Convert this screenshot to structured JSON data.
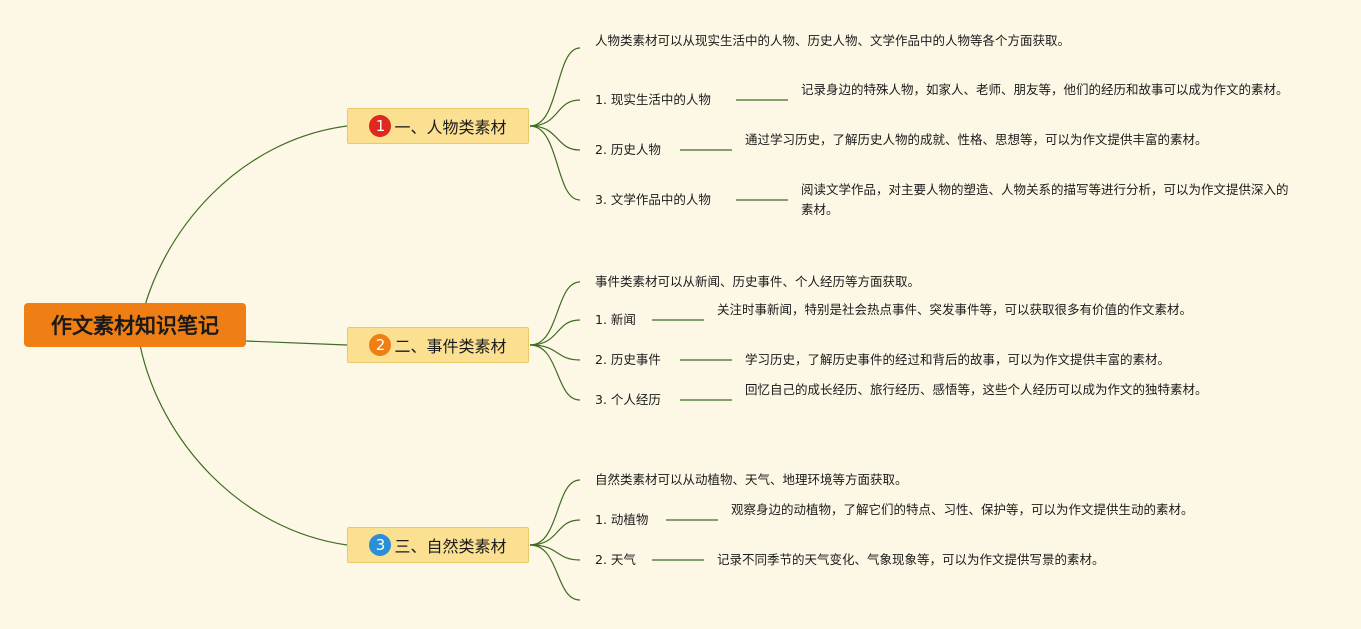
{
  "root": {
    "label": "作文素材知识笔记",
    "color": "#ef7f14"
  },
  "branches": [
    {
      "badge": "1",
      "badge_color": "#e0281e",
      "label": "一、人物类素材",
      "intro": "人物类素材可以从现实生活中的人物、历史人物、文学作品中的人物等各个方面获取。",
      "items": [
        {
          "title": "1. 现实生活中的人物",
          "desc": "记录身边的特殊人物，如家人、老师、朋友等，他们的经历和故事可以成为作文的素材。"
        },
        {
          "title": "2. 历史人物",
          "desc": "通过学习历史，了解历史人物的成就、性格、思想等，可以为作文提供丰富的素材。"
        },
        {
          "title": "3. 文学作品中的人物",
          "desc": "阅读文学作品，对主要人物的塑造、人物关系的描写等进行分析，可以为作文提供深入的素材。"
        }
      ]
    },
    {
      "badge": "2",
      "badge_color": "#ef7f14",
      "label": "二、事件类素材",
      "intro": "事件类素材可以从新闻、历史事件、个人经历等方面获取。",
      "items": [
        {
          "title": "1. 新闻",
          "desc": "关注时事新闻，特别是社会热点事件、突发事件等，可以获取很多有价值的作文素材。"
        },
        {
          "title": "2. 历史事件",
          "desc": "学习历史，了解历史事件的经过和背后的故事，可以为作文提供丰富的素材。"
        },
        {
          "title": "3. 个人经历",
          "desc": "回忆自己的成长经历、旅行经历、感悟等，这些个人经历可以成为作文的独特素材。"
        }
      ]
    },
    {
      "badge": "3",
      "badge_color": "#2a8fd6",
      "label": "三、自然类素材",
      "intro": "自然类素材可以从动植物、天气、地理环境等方面获取。",
      "items": [
        {
          "title": "1. 动植物",
          "desc": "观察身边的动植物，了解它们的特点、习性、保护等，可以为作文提供生动的素材。"
        },
        {
          "title": "2. 天气",
          "desc": "记录不同季节的天气变化、气象现象等，可以为作文提供写景的素材。"
        }
      ]
    }
  ],
  "colors": {
    "line": "#3f6b22",
    "background": "#fdf8e6",
    "branch_fill": "#fbe092"
  }
}
